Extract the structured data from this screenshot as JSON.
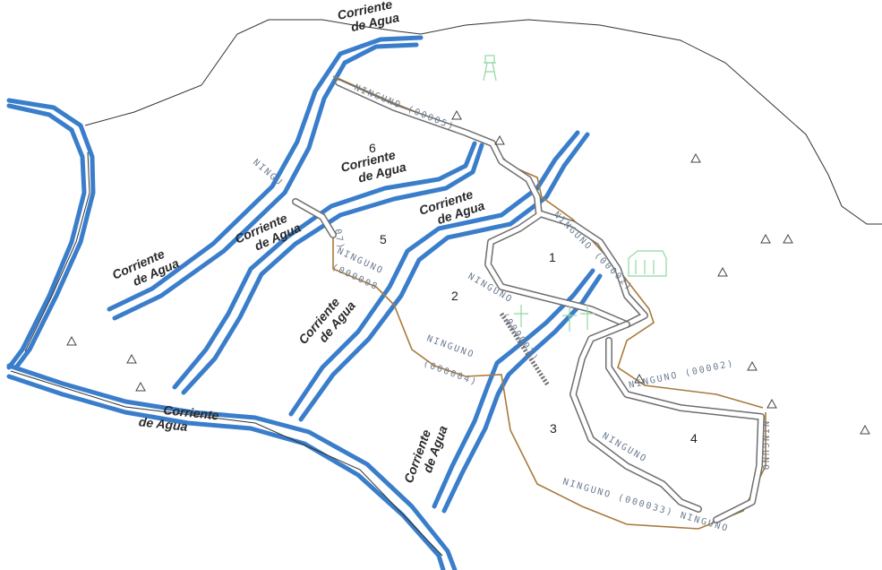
{
  "map": {
    "water_labels": [
      {
        "line1": "Corriente",
        "line2": "de Agua"
      },
      {
        "line1": "Corriente",
        "line2": "de Agua"
      },
      {
        "line1": "Corriente",
        "line2": "de Agua"
      },
      {
        "line1": "Corriente",
        "line2": "de Agua"
      },
      {
        "line1": "Corriente",
        "line2": "de Agua"
      },
      {
        "line1": "Corriente",
        "line2": "de Agua"
      },
      {
        "line1": "Corriente",
        "line2": "de Agua"
      },
      {
        "line1": "Corriente",
        "line2": "de Agua"
      }
    ],
    "road_labels": [
      "NINGUNO (00005)",
      "NINGU",
      "07)",
      "NINGUNO",
      "(000008",
      "NINGUNO",
      "(000004)",
      "NINGUNO",
      "(000007)",
      "NINGUNO (00002)",
      "NINGUNO (00002)",
      "NINGUNO",
      "NINGUNO (000033) NINGUNO",
      "NINGUNO"
    ],
    "parcels": [
      "1",
      "2",
      "3",
      "4",
      "5",
      "6"
    ],
    "colors": {
      "water": "#3a7ecb",
      "road_border": "#6f6f6f",
      "road_brown": "#a87a3c",
      "landmark_green": "#8fd8a2",
      "boundary": "#333333"
    },
    "icons": [
      "triangle-survey-marker-icon",
      "tower-icon",
      "building-icon",
      "cross-icon"
    ]
  }
}
